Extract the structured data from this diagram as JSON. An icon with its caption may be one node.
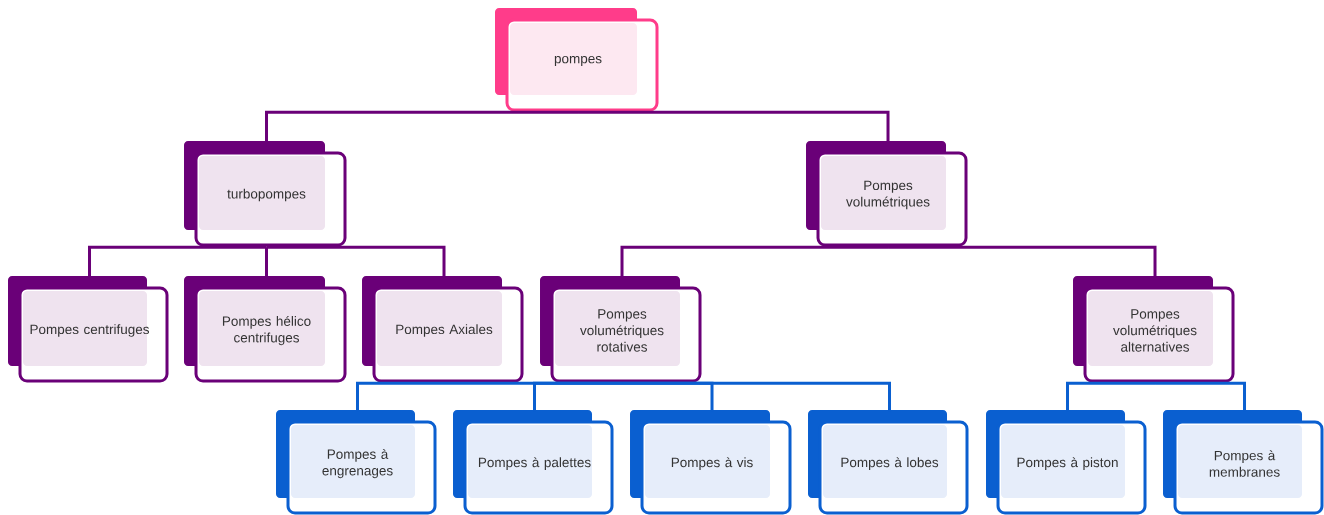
{
  "diagram": {
    "nodes": [
      {
        "text": [
          "pompes"
        ]
      },
      {
        "text": [
          "turbopompes"
        ]
      },
      {
        "text": [
          "Pompes volumétriques"
        ]
      },
      {
        "text": [
          "Pompes centrifuges"
        ]
      },
      {
        "text": [
          "Pompes hélico centrifuges"
        ]
      },
      {
        "text": [
          "Pompes Axiales"
        ]
      },
      {
        "text": [
          "Pompes volumétriques rotatives"
        ]
      },
      {
        "text": [
          "Pompes volumétriques alternatives"
        ]
      },
      {
        "text": [
          "Pompes à engrenages"
        ]
      },
      {
        "text": [
          "Pompes à palettes"
        ]
      },
      {
        "text": [
          "Pompes à vis"
        ]
      },
      {
        "text": [
          "Pompes à lobes"
        ]
      },
      {
        "text": [
          "Pompes à piston"
        ]
      },
      {
        "text": [
          "Pompes à membranes"
        ]
      }
    ],
    "edges": [
      {
        "from": 0,
        "to": 1,
        "arrow": "none"
      },
      {
        "from": 0,
        "to": 2,
        "arrow": "none"
      },
      {
        "from": 1,
        "to": 3,
        "arrow": "none"
      },
      {
        "from": 1,
        "to": 4,
        "arrow": "none"
      },
      {
        "from": 1,
        "to": 5,
        "arrow": "none"
      },
      {
        "from": 2,
        "to": 6,
        "arrow": "none"
      },
      {
        "from": 2,
        "to": 7,
        "arrow": "none"
      },
      {
        "from": 6,
        "to": 8,
        "arrow": "none",
        "color": "#0a5fd0"
      },
      {
        "from": 6,
        "to": 9,
        "arrow": "none",
        "color": "#0a5fd0"
      },
      {
        "from": 6,
        "to": 10,
        "arrow": "none",
        "color": "#0a5fd0"
      },
      {
        "from": 6,
        "to": 11,
        "arrow": "none",
        "color": "#0a5fd0"
      },
      {
        "from": 7,
        "to": 12,
        "arrow": "none",
        "color": "#0a5fd0"
      },
      {
        "from": 7,
        "to": 13,
        "arrow": "none",
        "color": "#0a5fd0"
      }
    ]
  }
}
